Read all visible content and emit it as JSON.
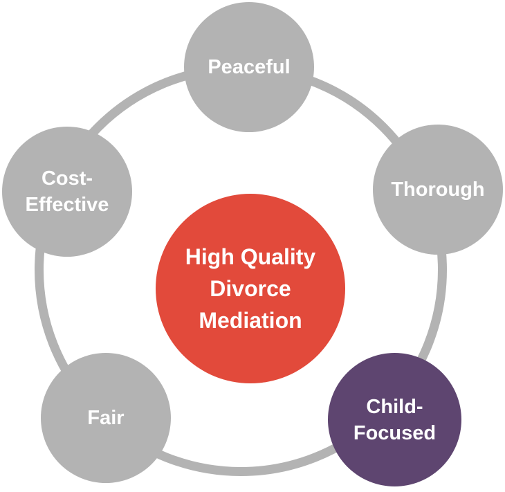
{
  "colors": {
    "ring": "#b3b3b3",
    "outer_node": "#b3b3b3",
    "center_node": "#e24a3b",
    "highlight_node": "#5e4570",
    "text": "#ffffff"
  },
  "center": {
    "label": "High Quality\nDivorce\nMediation"
  },
  "nodes": [
    {
      "id": "peaceful",
      "label": "Peaceful",
      "highlighted": false
    },
    {
      "id": "thorough",
      "label": "Thorough",
      "highlighted": false
    },
    {
      "id": "child-focused",
      "label": "Child-\nFocused",
      "highlighted": true
    },
    {
      "id": "fair",
      "label": "Fair",
      "highlighted": false
    },
    {
      "id": "cost-effective",
      "label": "Cost-\nEffective",
      "highlighted": false
    }
  ]
}
